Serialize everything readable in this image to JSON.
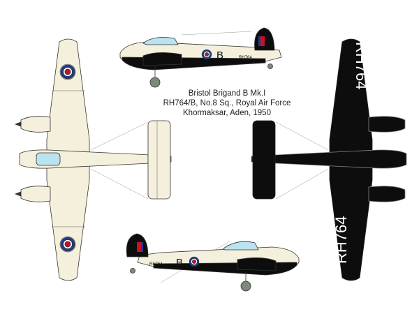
{
  "caption": {
    "line1": "Bristol Brigand B Mk.I",
    "line2": "RH764/B, No.8 Sq., Royal Air Force",
    "line3": "Khormaksar, Aden, 1950"
  },
  "markings": {
    "serial": "RH764",
    "code_letter": "B"
  },
  "colors": {
    "upper": "#f4f0dc",
    "under": "#0d0d0d",
    "outline": "#333333",
    "roundel_blue": "#1d3c8f",
    "roundel_red": "#c8102e",
    "canopy": "#b9e3ee",
    "wheel": "#7a8a7a"
  }
}
